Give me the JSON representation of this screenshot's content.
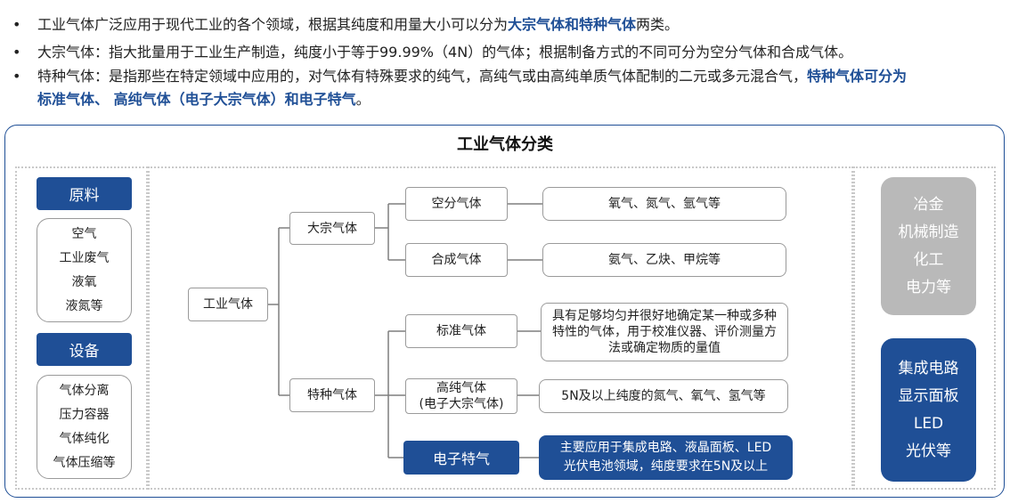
{
  "intro": {
    "bullet_symbol": "•",
    "b1": {
      "pre": "工业气体广泛应用于现代工业的各个领域，根据其纯度和用量大小可以分为",
      "hl": "大宗气体和特种气体",
      "post": "两类。"
    },
    "b2": {
      "text": "大宗气体：指大批量用于工业生产制造，纯度小于等于99.99%（4N）的气体；根据制备方式的不同可分为空分气体和合成气体。"
    },
    "b3": {
      "pre": "特种气体：是指那些在特定领域中应用的，对气体有特殊要求的纯气，高纯气或由高纯单质气体配制的二元或多元混合气，",
      "hl1": "特种气体可分为",
      "hl2": "标准气体、 高纯气体（电子大宗气体）和电子特气",
      "post": "。"
    }
  },
  "diagram": {
    "title": "工业气体分类",
    "left": {
      "raw_header": "原料",
      "raw_items": [
        "空气",
        "工业废气",
        "液氧",
        "液氮等"
      ],
      "equip_header": "设备",
      "equip_items": [
        "气体分离",
        "压力容器",
        "气体纯化",
        "气体压缩等"
      ]
    },
    "tree": {
      "root": "工业气体",
      "bulk": "大宗气体",
      "special": "特种气体",
      "air_sep": "空分气体",
      "air_sep_desc": "氧气、氮气、氩气等",
      "synth": "合成气体",
      "synth_desc": "氨气、乙炔、甲烷等",
      "standard": "标准气体",
      "standard_desc": "具有足够均匀并很好地确定某一种或多种特性的气体，用于校准仪器、评价测量方法或确定物质的量值",
      "hp_line1": "高纯气体",
      "hp_line2": "(电子大宗气体)",
      "hp_desc": "5N及以上纯度的氮气、氧气、氢气等",
      "elec": "电子特气",
      "elec_desc_line1": "主要应用于集成电路、液晶面板、LED",
      "elec_desc_line2": "光伏电池领域，纯度要求在5N及以上"
    },
    "right": {
      "grey_items": [
        "冶金",
        "机械制造",
        "化工",
        "电力等"
      ],
      "blue_items": [
        "集成电路",
        "显示面板",
        "LED",
        "光伏等"
      ]
    }
  },
  "colors": {
    "accent": "#1f4f96",
    "grey_card": "#b9b9b9",
    "border": "#9a9a9a",
    "connector": "#7f7f7f"
  }
}
